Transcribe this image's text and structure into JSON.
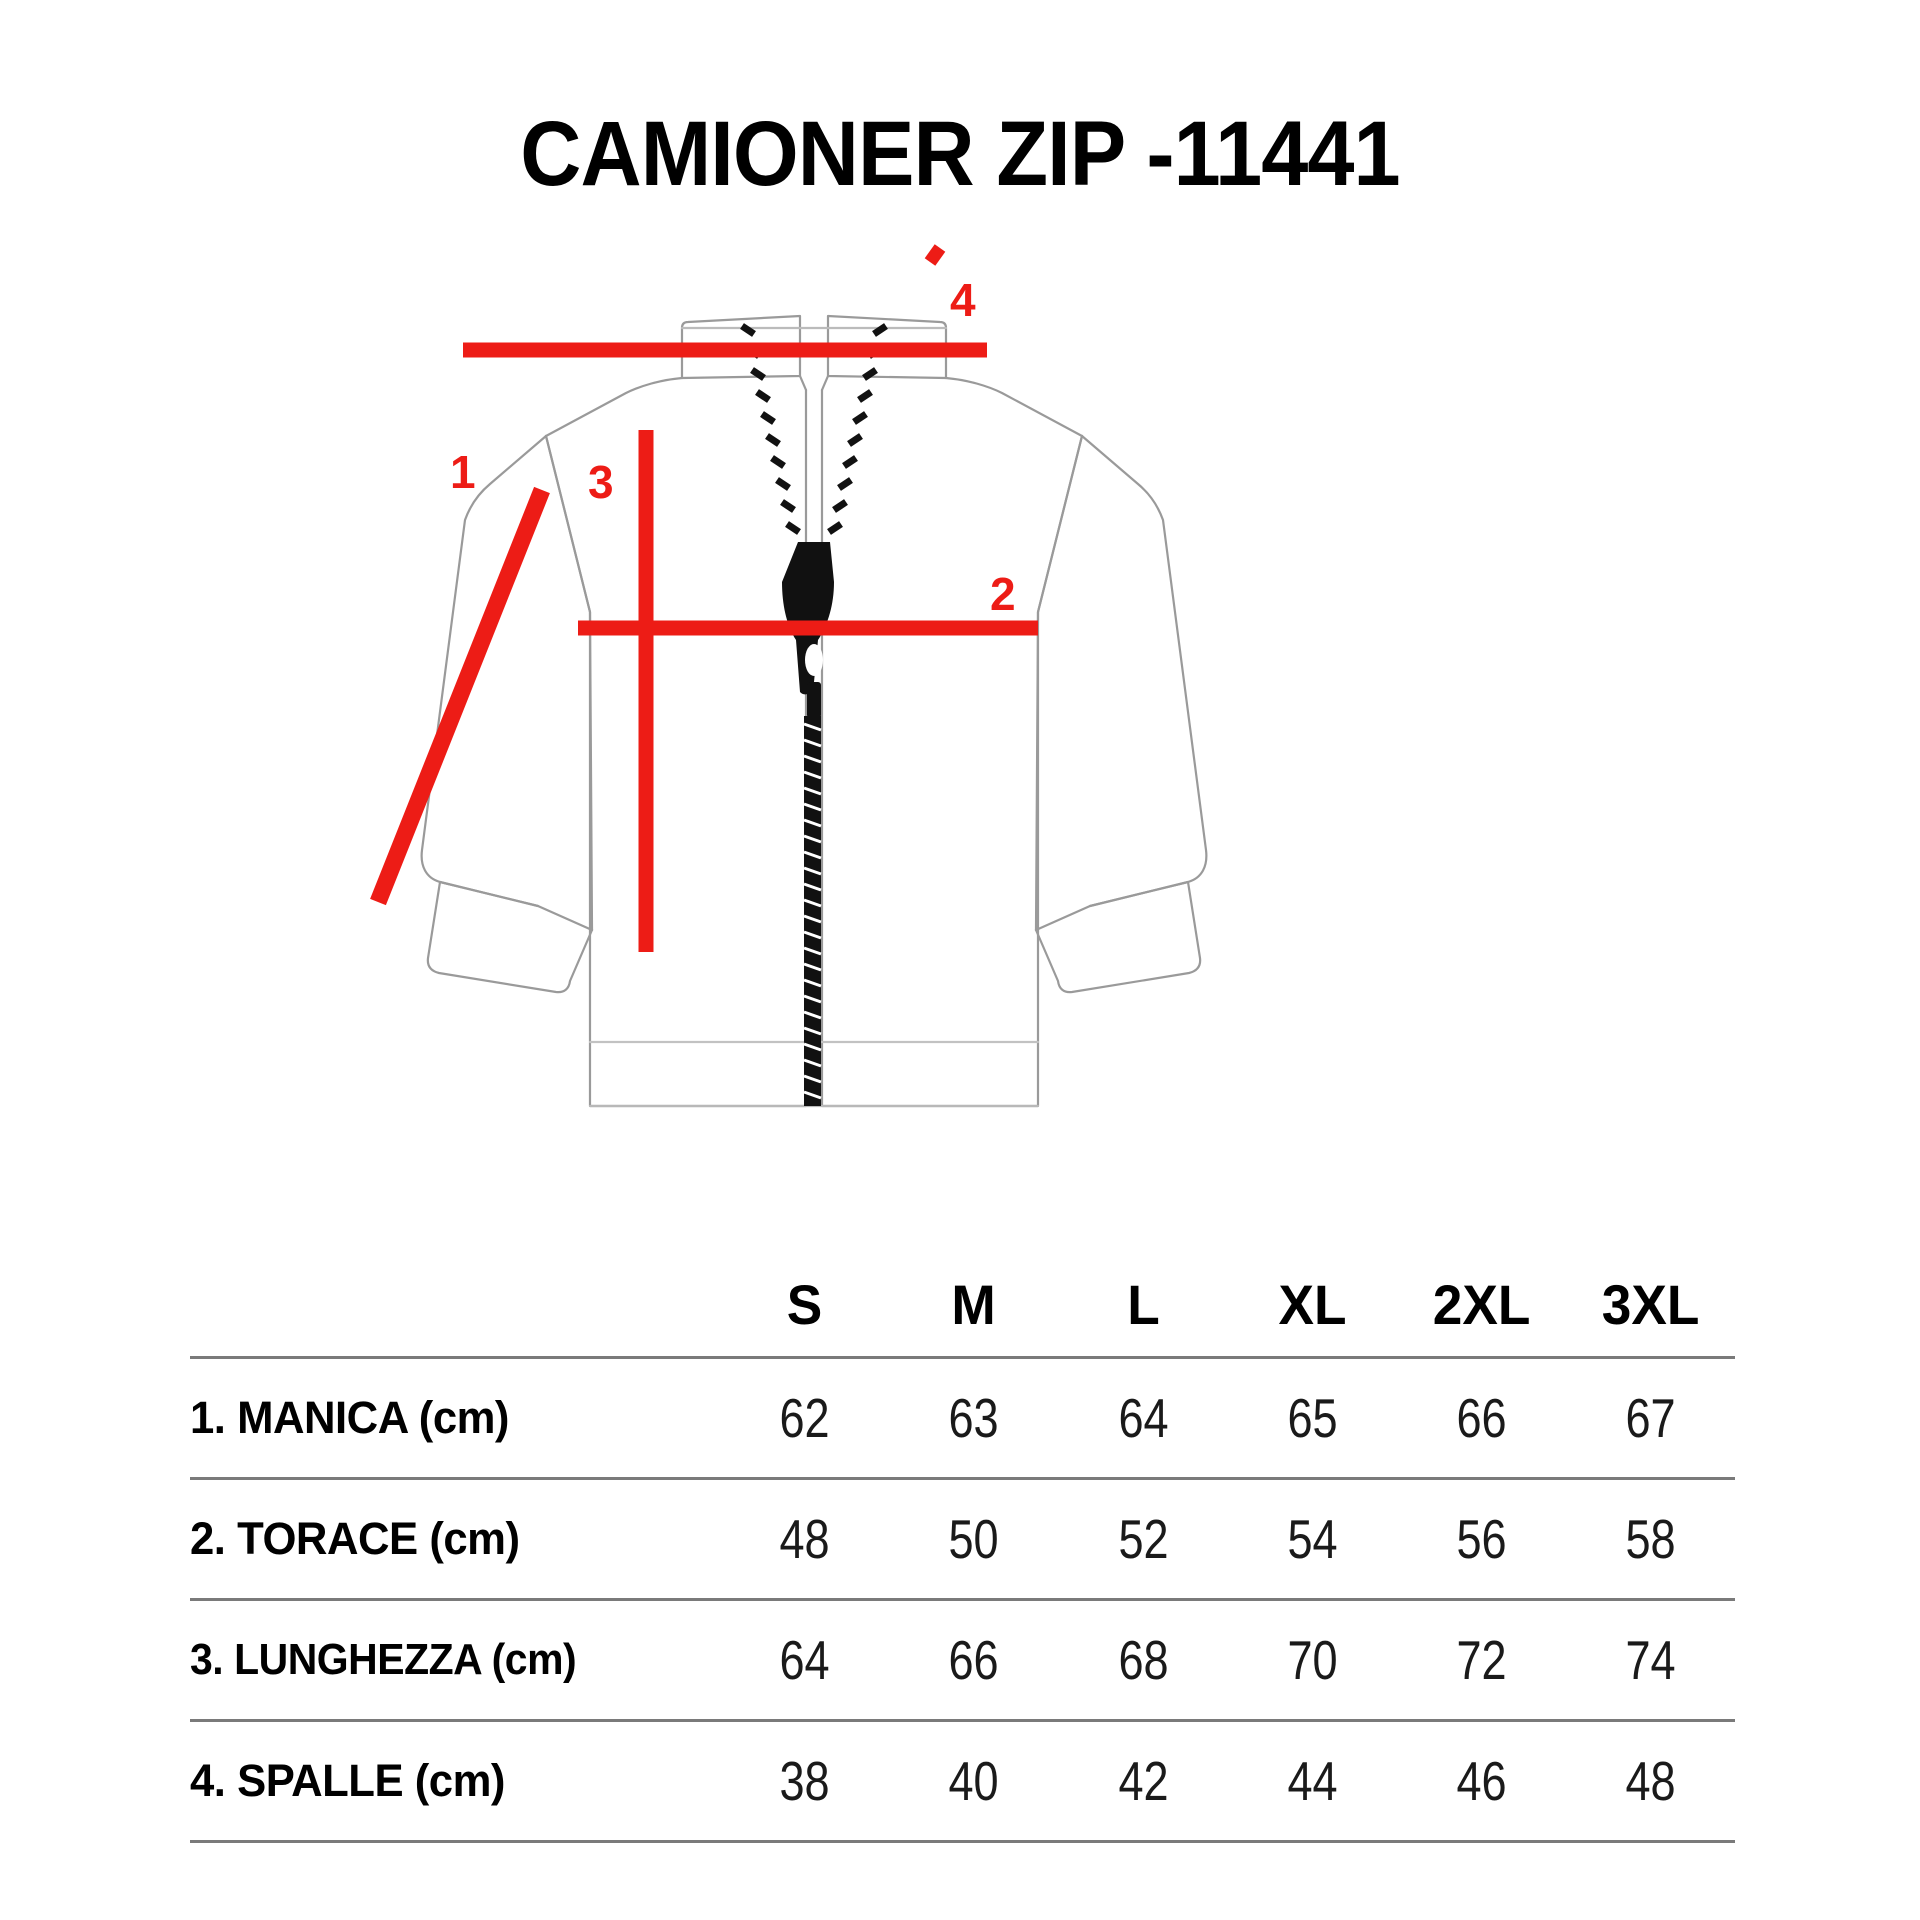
{
  "page": {
    "title": "CAMIONER ZIP -11441",
    "background_color": "#FFFFFF",
    "accent_color": "#ED1C16",
    "outline_color": "#9A9A9A"
  },
  "illustration": {
    "name": "jacket-technical-drawing",
    "garment": "zip jacket / camioner",
    "measurement_markers": [
      {
        "id": "1",
        "label": "1",
        "measurement": "MANICA",
        "orientation": "diagonal-sleeve"
      },
      {
        "id": "2",
        "label": "2",
        "measurement": "TORACE",
        "orientation": "horizontal-chest"
      },
      {
        "id": "3",
        "label": "3",
        "measurement": "LUNGHEZZA",
        "orientation": "vertical-length"
      },
      {
        "id": "4",
        "label": "4",
        "measurement": "SPALLE",
        "orientation": "horizontal-shoulder"
      }
    ]
  },
  "table": {
    "label_header": "",
    "sizes": [
      "S",
      "M",
      "L",
      "XL",
      "2XL",
      "3XL"
    ],
    "rows": [
      {
        "label": "1. MANICA (cm)",
        "values": [
          "62",
          "63",
          "64",
          "65",
          "66",
          "67"
        ]
      },
      {
        "label": "2. TORACE (cm)",
        "values": [
          "48",
          "50",
          "52",
          "54",
          "56",
          "58"
        ]
      },
      {
        "label": "3. LUNGHEZZA (cm)",
        "values": [
          "64",
          "66",
          "68",
          "70",
          "72",
          "74"
        ]
      },
      {
        "label": "4. SPALLE (cm)",
        "values": [
          "38",
          "40",
          "42",
          "44",
          "46",
          "48"
        ]
      }
    ]
  },
  "chart_data": {
    "type": "table",
    "title": "CAMIONER ZIP -11441",
    "categories": [
      "S",
      "M",
      "L",
      "XL",
      "2XL",
      "3XL"
    ],
    "series": [
      {
        "name": "1. MANICA (cm)",
        "values": [
          62,
          63,
          64,
          65,
          66,
          67
        ]
      },
      {
        "name": "2. TORACE (cm)",
        "values": [
          48,
          50,
          52,
          54,
          56,
          58
        ]
      },
      {
        "name": "3. LUNGHEZZA (cm)",
        "values": [
          64,
          66,
          68,
          70,
          72,
          74
        ]
      },
      {
        "name": "4. SPALLE (cm)",
        "values": [
          38,
          40,
          42,
          44,
          46,
          48
        ]
      }
    ],
    "xlabel": "",
    "ylabel": "cm"
  }
}
